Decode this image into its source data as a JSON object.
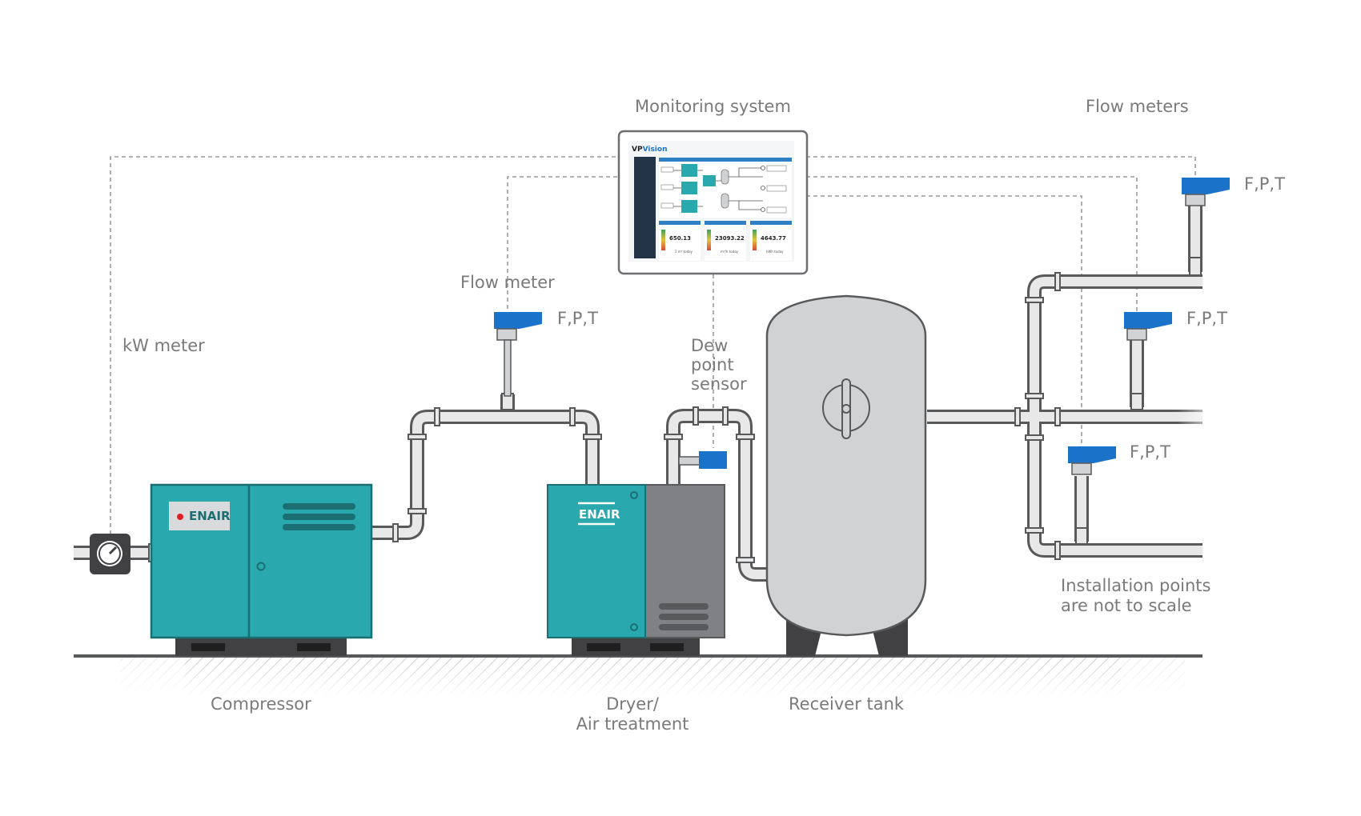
{
  "labels": {
    "monitoring_system": "Monitoring system",
    "flow_meters": "Flow meters",
    "flow_meter": "Flow meter",
    "kw_meter": "kW meter",
    "dew_point_sensor": "Dew\npoint\nsensor",
    "compressor": "Compressor",
    "dryer": "Dryer/\nAir treatment",
    "receiver_tank": "Receiver tank",
    "installation_note": "Installation points\nare not to scale",
    "fpt_1": "F,P,T",
    "fpt_2": "F,P,T",
    "fpt_3": "F,P,T",
    "fpt_4": "F,P,T"
  },
  "brands": {
    "compressor_logo": "ENAIR",
    "dryer_logo": "ENAIR"
  },
  "screen": {
    "brand_a": "VP",
    "brand_b": "Vision",
    "kpis": [
      {
        "value": "650.13",
        "unit": "Σ m³ today"
      },
      {
        "value": "23093.22",
        "unit": "m³/h today"
      },
      {
        "value": "4643.77",
        "unit": "kWh today"
      }
    ]
  },
  "colors": {
    "machine_teal": "#29a8ad",
    "sensor_blue": "#1a73c9",
    "tank_gray": "#d1d2d4",
    "pipe": "#e8e8e9",
    "outline": "#58595b",
    "dashed_line": "#9a9a9a"
  },
  "icons": [
    "kw-gauge-icon",
    "flow-meter-icon",
    "dew-point-sensor-icon",
    "pressure-vessel-icon"
  ]
}
